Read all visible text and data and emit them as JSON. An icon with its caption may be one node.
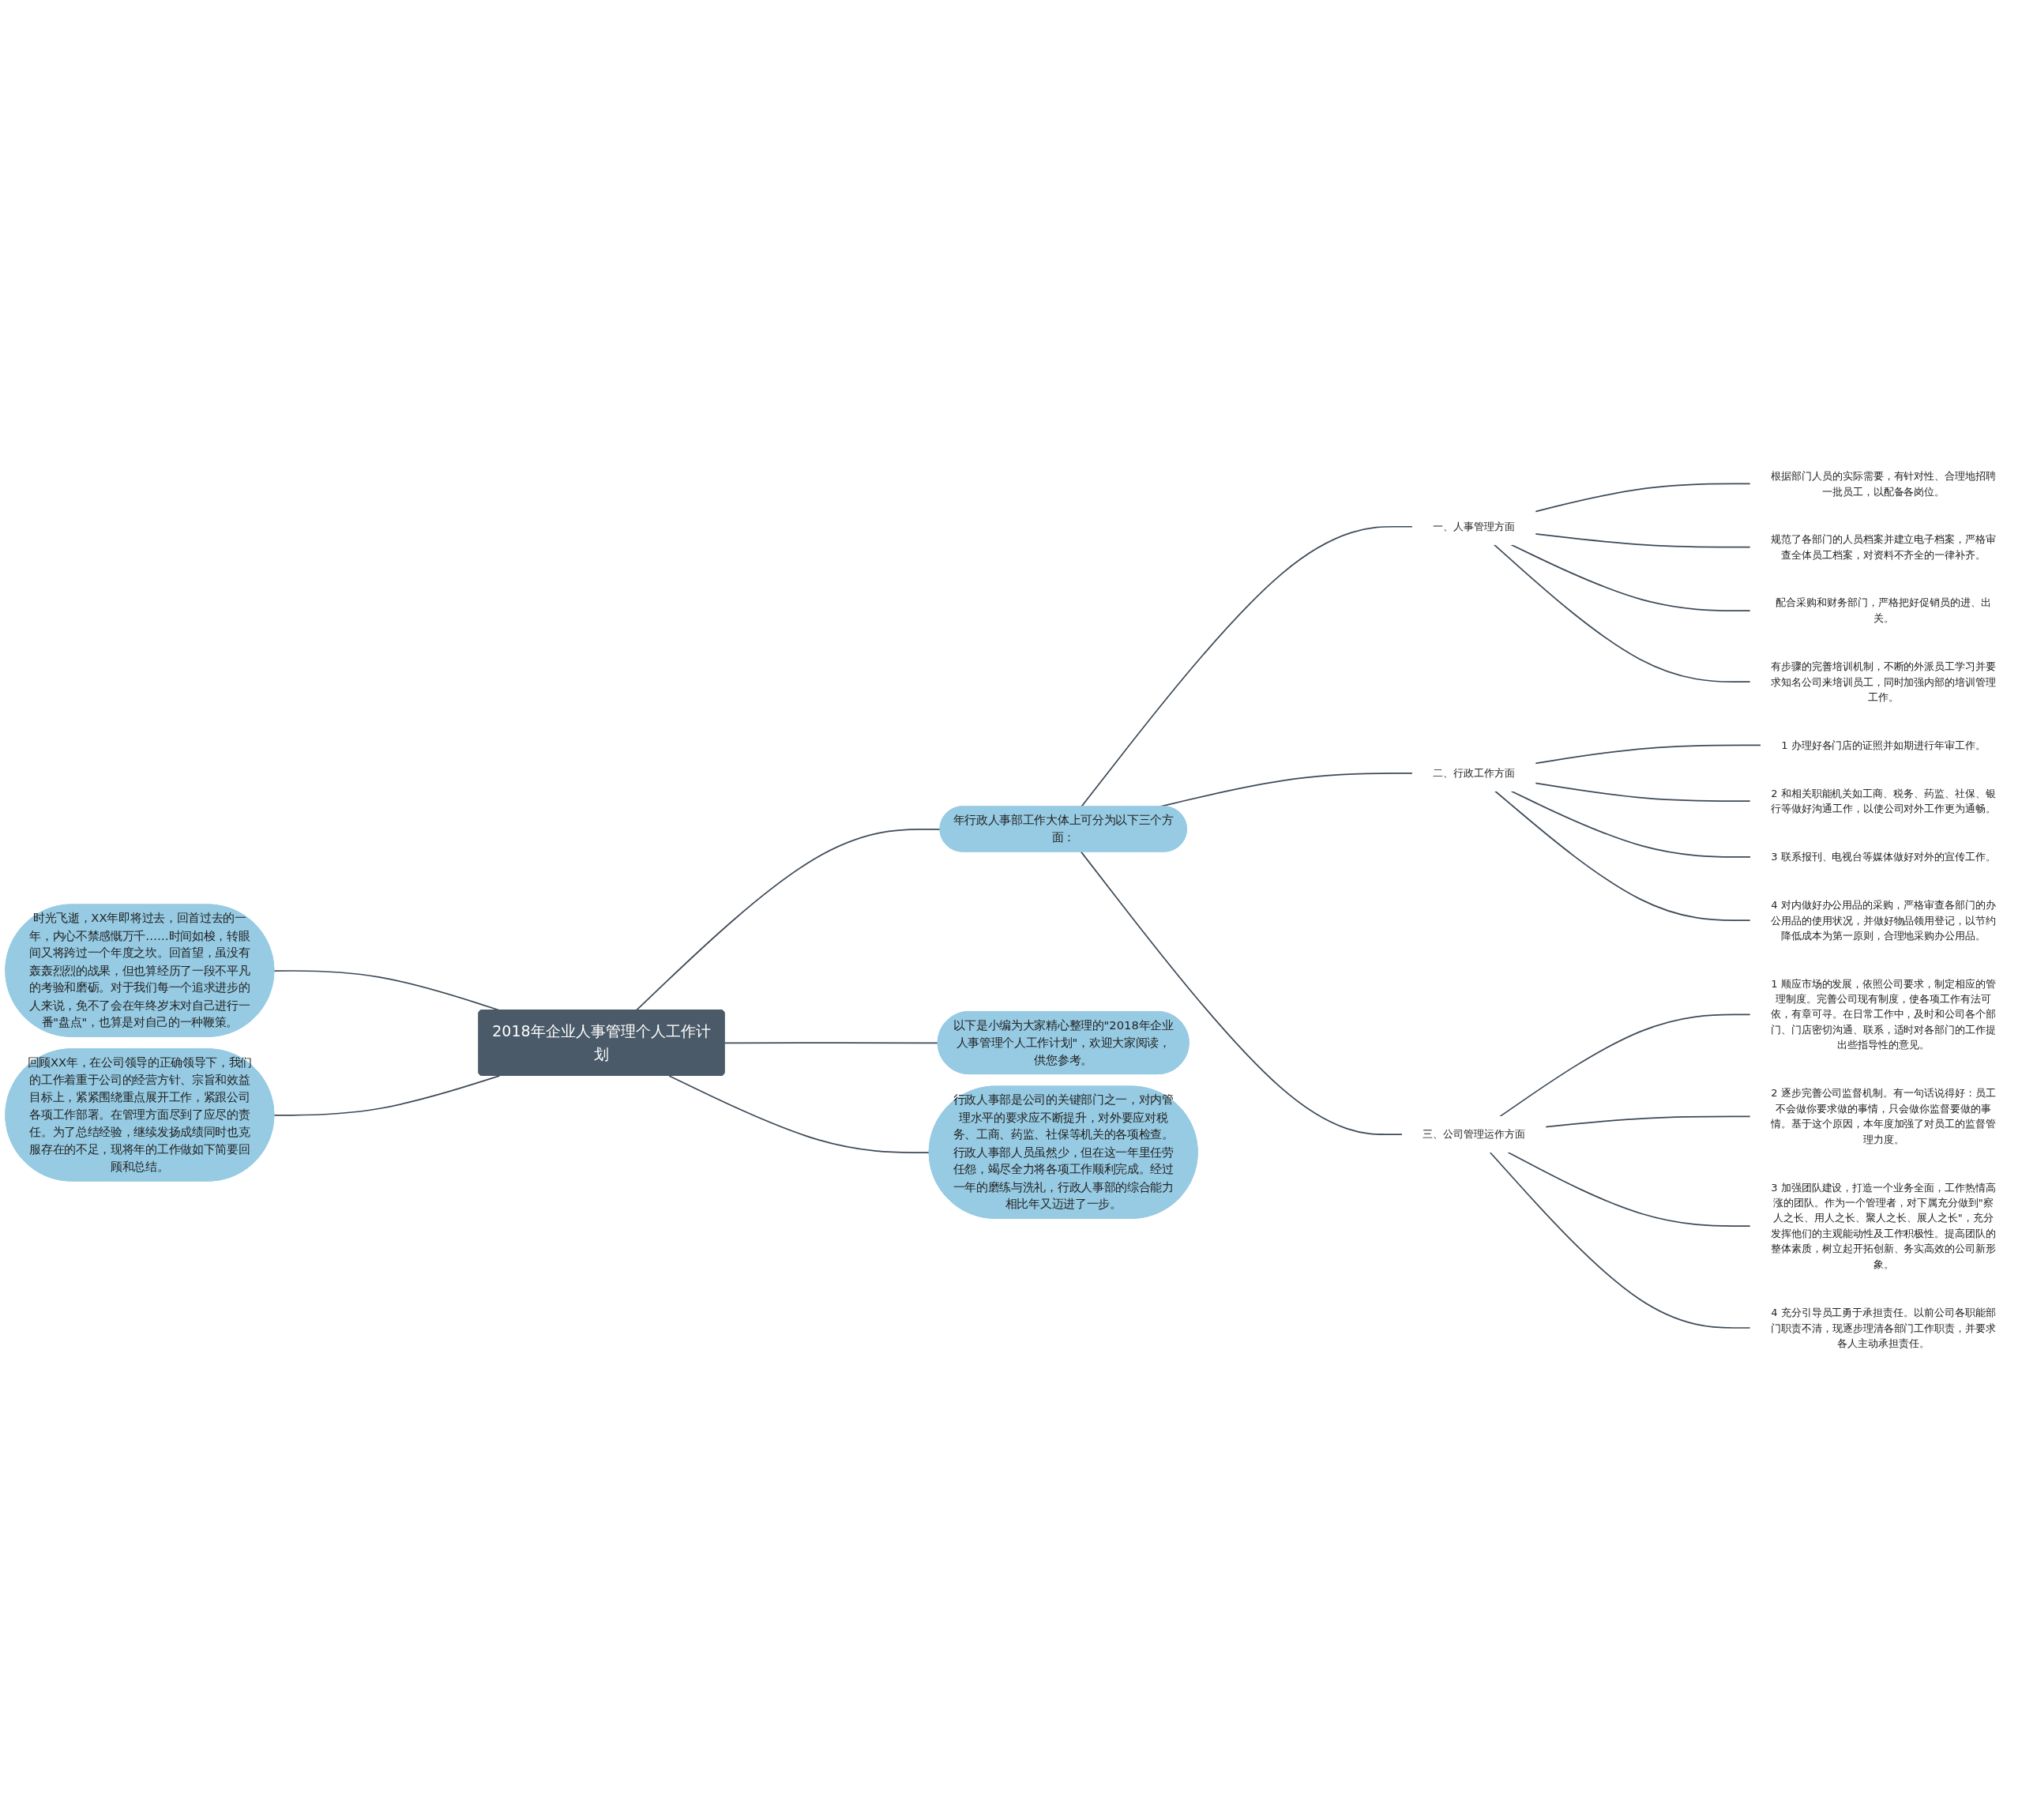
{
  "diagram": {
    "nodes": [
      {
        "text": [
          "2018年企业人事管理个人工作计划"
        ]
      },
      {
        "text": [
          "以下是小编为大家精心整理的\"2018年企业人事管理个人工作计划\"，欢迎大家阅读，供您参考。"
        ]
      },
      {
        "text": [
          "行政人事部是公司的关键部门之一，对内管理水平的要求应不断提升，对外要应对税务、工商、药监、社保等机关的各项检查。行政人事部人员虽然少，但在这一年里任劳任怨，竭尽全力将各项工作顺利完成。经过一年的磨练与洗礼，行政人事部的综合能力相比年又迈进了一步。"
        ]
      },
      {
        "text": [
          "时光飞逝，XX年即将过去，回首过去的一年，内心不禁感慨万千……时间如梭，转眼间又将跨过一个年度之坎。回首望，虽没有轰轰烈烈的战果，但也算经历了一段不平凡的考验和磨砺。对于我们每一个追求进步的人来说，免不了会在年终岁末对自己进行一番\"盘点\"，也算是对自己的一种鞭策。"
        ]
      },
      {
        "text": [
          "回顾XX年，在公司领导的正确领导下，我们的工作着重于公司的经营方针、宗旨和效益目标上，紧紧围绕重点展开工作，紧跟公司各项工作部署。在管理方面尽到了应尽的责任。为了总结经验，继续发扬成绩同时也克服存在的不足，现将年的工作做如下简要回顾和总结。"
        ]
      },
      {
        "text": [
          "年行政人事部工作大体上可分为以下三个方面："
        ]
      },
      {
        "text": [
          "一、人事管理方面"
        ]
      },
      {
        "text": [
          "根据部门人员的实际需要，有针对性、合理地招聘一批员工，以配备各岗位。"
        ]
      },
      {
        "text": [
          "规范了各部门的人员档案并建立电子档案，严格审查全体员工档案，对资料不齐全的一律补齐。"
        ]
      },
      {
        "text": [
          "配合采购和财务部门，严格把好促销员的进、出关。"
        ]
      },
      {
        "text": [
          "有步骤的完善培训机制，不断的外派员工学习并要求知名公司来培训员工，同时加强内部的培训管理工作。"
        ]
      },
      {
        "text": [
          "二、行政工作方面"
        ]
      },
      {
        "text": [
          "1 办理好各门店的证照并如期进行年审工作。"
        ]
      },
      {
        "text": [
          "2 和相关职能机关如工商、税务、药监、社保、银行等做好沟通工作，以使公司对外工作更为通畅。"
        ]
      },
      {
        "text": [
          "3 联系报刊、电视台等媒体做好对外的宣传工作。"
        ]
      },
      {
        "text": [
          "4 对内做好办公用品的采购，严格审查各部门的办公用品的使用状况，并做好物品领用登记，以节约降低成本为第一原则，合理地采购办公用品。"
        ]
      },
      {
        "text": [
          "三、公司管理运作方面"
        ]
      },
      {
        "text": [
          "1 顺应市场的发展，依照公司要求，制定相应的管理制度。完善公司现有制度，使各项工作有法可依，有章可寻。在日常工作中，及时和公司各个部门、门店密切沟通、联系，适时对各部门的工作提出些指导性的意见。"
        ]
      },
      {
        "text": [
          "2 逐步完善公司监督机制。有一句话说得好：员工不会做你要求做的事情，只会做你监督要做的事情。基于这个原因，本年度加强了对员工的监督管理力度。"
        ]
      },
      {
        "text": [
          "3 加强团队建设，打造一个业务全面，工作热情高涨的团队。作为一个管理者，对下属充分做到\"察人之长、用人之长、聚人之长、展人之长\"，充分发挥他们的主观能动性及工作积极性。提高团队的整体素质，树立起开拓创新、务实高效的公司新形象。"
        ]
      },
      {
        "text": [
          "4 充分引导员工勇于承担责任。以前公司各职能部门职责不清，现逐步理清各部门工作职责，并要求各人主动承担责任。"
        ]
      }
    ],
    "edges": [
      {
        "from": 3,
        "to": 0,
        "arrow": "none"
      },
      {
        "from": 4,
        "to": 0,
        "arrow": "none"
      },
      {
        "from": 0,
        "to": 5,
        "arrow": "none"
      },
      {
        "from": 0,
        "to": 1,
        "arrow": "none"
      },
      {
        "from": 0,
        "to": 2,
        "arrow": "none"
      },
      {
        "from": 5,
        "to": 6,
        "arrow": "none"
      },
      {
        "from": 5,
        "to": 11,
        "arrow": "none"
      },
      {
        "from": 5,
        "to": 16,
        "arrow": "none"
      },
      {
        "from": 6,
        "to": 7,
        "arrow": "none"
      },
      {
        "from": 6,
        "to": 8,
        "arrow": "none"
      },
      {
        "from": 6,
        "to": 9,
        "arrow": "none"
      },
      {
        "from": 6,
        "to": 10,
        "arrow": "none"
      },
      {
        "from": 11,
        "to": 12,
        "arrow": "none"
      },
      {
        "from": 11,
        "to": 13,
        "arrow": "none"
      },
      {
        "from": 11,
        "to": 14,
        "arrow": "none"
      },
      {
        "from": 11,
        "to": 15,
        "arrow": "none"
      },
      {
        "from": 16,
        "to": 17,
        "arrow": "none"
      },
      {
        "from": 16,
        "to": 18,
        "arrow": "none"
      },
      {
        "from": 16,
        "to": 19,
        "arrow": "none"
      },
      {
        "from": 16,
        "to": 20,
        "arrow": "none"
      }
    ]
  }
}
